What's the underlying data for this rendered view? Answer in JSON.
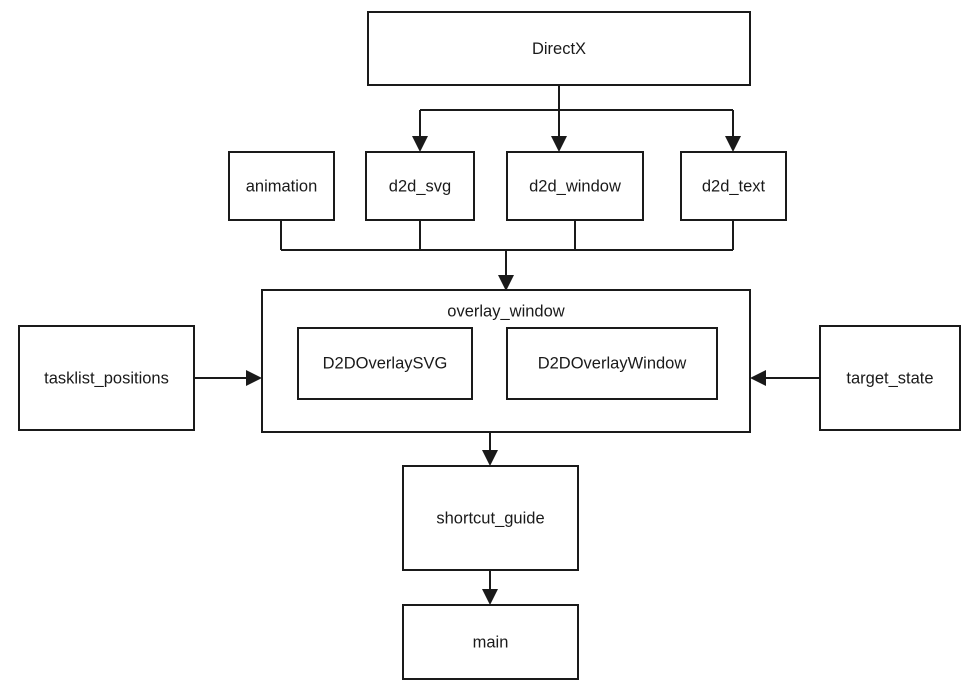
{
  "diagram": {
    "type": "module-dependency-graph",
    "background_color": "#ffffff",
    "line_color": "#1a1a1a",
    "node_fill": "#ffffff",
    "nodes": {
      "directx": {
        "label": "DirectX"
      },
      "animation": {
        "label": "animation"
      },
      "d2d_svg": {
        "label": "d2d_svg"
      },
      "d2d_window": {
        "label": "d2d_window"
      },
      "d2d_text": {
        "label": "d2d_text"
      },
      "overlay_window": {
        "label": "overlay_window"
      },
      "d2doverlaysvg": {
        "label": "D2DOverlaySVG"
      },
      "d2doverlaywindow": {
        "label": "D2DOverlayWindow"
      },
      "tasklist_positions": {
        "label": "tasklist_positions"
      },
      "target_state": {
        "label": "target_state"
      },
      "shortcut_guide": {
        "label": "shortcut_guide"
      },
      "main": {
        "label": "main"
      }
    },
    "edges": [
      {
        "from": "directx",
        "to": "d2d_svg",
        "arrow": "to"
      },
      {
        "from": "directx",
        "to": "d2d_window",
        "arrow": "to"
      },
      {
        "from": "directx",
        "to": "d2d_text",
        "arrow": "to"
      },
      {
        "from": "animation",
        "to": "overlay_window",
        "arrow": "to"
      },
      {
        "from": "d2d_svg",
        "to": "overlay_window",
        "arrow": "to"
      },
      {
        "from": "d2d_window",
        "to": "overlay_window",
        "arrow": "to"
      },
      {
        "from": "d2d_text",
        "to": "overlay_window",
        "arrow": "to"
      },
      {
        "from": "tasklist_positions",
        "to": "overlay_window",
        "arrow": "to"
      },
      {
        "from": "target_state",
        "to": "overlay_window",
        "arrow": "to"
      },
      {
        "from": "overlay_window",
        "to": "shortcut_guide",
        "arrow": "to"
      },
      {
        "from": "shortcut_guide",
        "to": "main",
        "arrow": "to"
      }
    ]
  }
}
